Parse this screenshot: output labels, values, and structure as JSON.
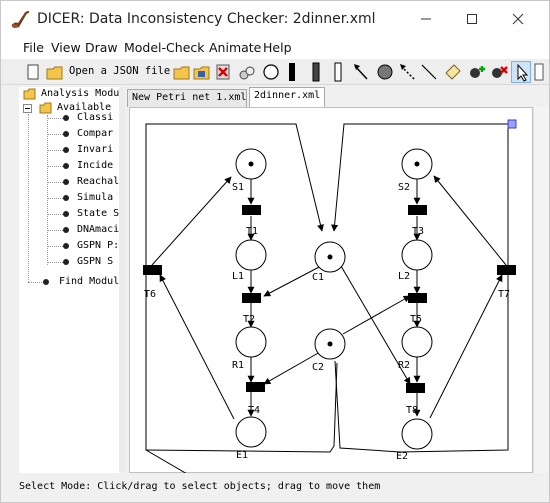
{
  "window": {
    "title": "DICER: Data Inconsistency Checker: 2dinner.xml"
  },
  "menubar": {
    "items": [
      "File",
      "View",
      "Draw",
      "Model-Check",
      "Animate",
      "Help"
    ]
  },
  "toolbar": {
    "open_json_label": "Open a JSON file"
  },
  "tree": {
    "root": "Analysis Modu",
    "available": "Available",
    "modules": [
      "Classi",
      "Compar",
      "Invari",
      "Incide",
      "Reachal",
      "Simula",
      "State S",
      "DNAmaci",
      "GSPN P:",
      "GSPN S"
    ],
    "find": "Find Modul"
  },
  "tabs": [
    {
      "label": "New Petri net 1.xml",
      "active": false
    },
    {
      "label": "2dinner.xml",
      "active": true
    }
  ],
  "petri_net": {
    "places": [
      {
        "id": "S1",
        "label": "S1",
        "tokens": 1
      },
      {
        "id": "L1",
        "label": "L1",
        "tokens": 0
      },
      {
        "id": "R1",
        "label": "R1",
        "tokens": 0
      },
      {
        "id": "E1",
        "label": "E1",
        "tokens": 0
      },
      {
        "id": "C1",
        "label": "C1",
        "tokens": 1
      },
      {
        "id": "C2",
        "label": "C2",
        "tokens": 1
      },
      {
        "id": "S2",
        "label": "S2",
        "tokens": 1
      },
      {
        "id": "L2",
        "label": "L2",
        "tokens": 0
      },
      {
        "id": "R2",
        "label": "R2",
        "tokens": 0
      },
      {
        "id": "E2",
        "label": "E2",
        "tokens": 0
      }
    ],
    "transitions": [
      {
        "id": "T1",
        "label": "T1"
      },
      {
        "id": "T2",
        "label": "T2"
      },
      {
        "id": "T3",
        "label": "T3"
      },
      {
        "id": "T4",
        "label": "T4"
      },
      {
        "id": "T5",
        "label": "T5"
      },
      {
        "id": "T6",
        "label": "T6"
      },
      {
        "id": "T7",
        "label": "T7"
      },
      {
        "id": "T8",
        "label": "T8"
      }
    ]
  },
  "status": {
    "text": "Select Mode: Click/drag to select objects; drag to move them"
  },
  "colors": {
    "selection_handle": "#9aa0ff"
  }
}
